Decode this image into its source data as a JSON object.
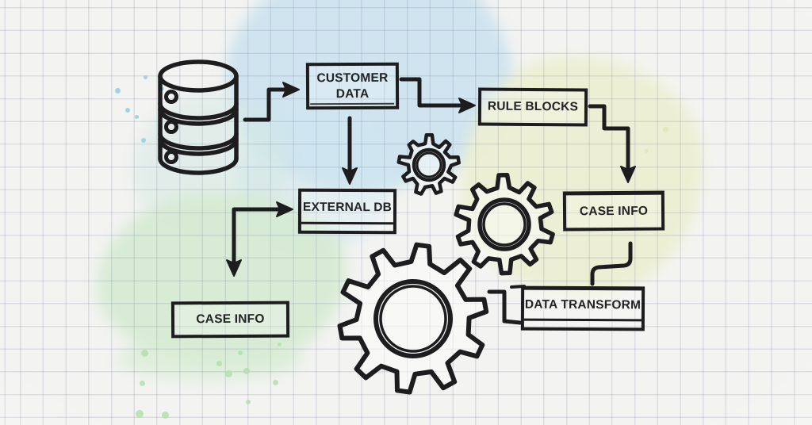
{
  "title": "Hand-drawn data flow diagram on graph paper",
  "colors": {
    "ink": "#1d1d1f",
    "paper": "#f3f3f1",
    "grid_line": "#8a94b0",
    "watercolor_blue": "#c9e2ef",
    "watercolor_green": "#d6ebd2",
    "watercolor_yellow": "#ecefd2"
  },
  "nodes": {
    "customer_data": {
      "label": "CUSTOMER DATA"
    },
    "rule_blocks": {
      "label": "RULE BLOCKS"
    },
    "external_db": {
      "label": "EXTERNAL DB"
    },
    "case_info_right): ": null,
    "case_info_right": {
      "label": "CASE INFO"
    },
    "data_transform": {
      "label": "DATA TRANSFORM"
    },
    "case_info_left": {
      "label": "CASE INFO"
    }
  },
  "icons": {
    "database": "database cylinder with three stacked segments",
    "gears": "three interlocking cog wheels"
  }
}
